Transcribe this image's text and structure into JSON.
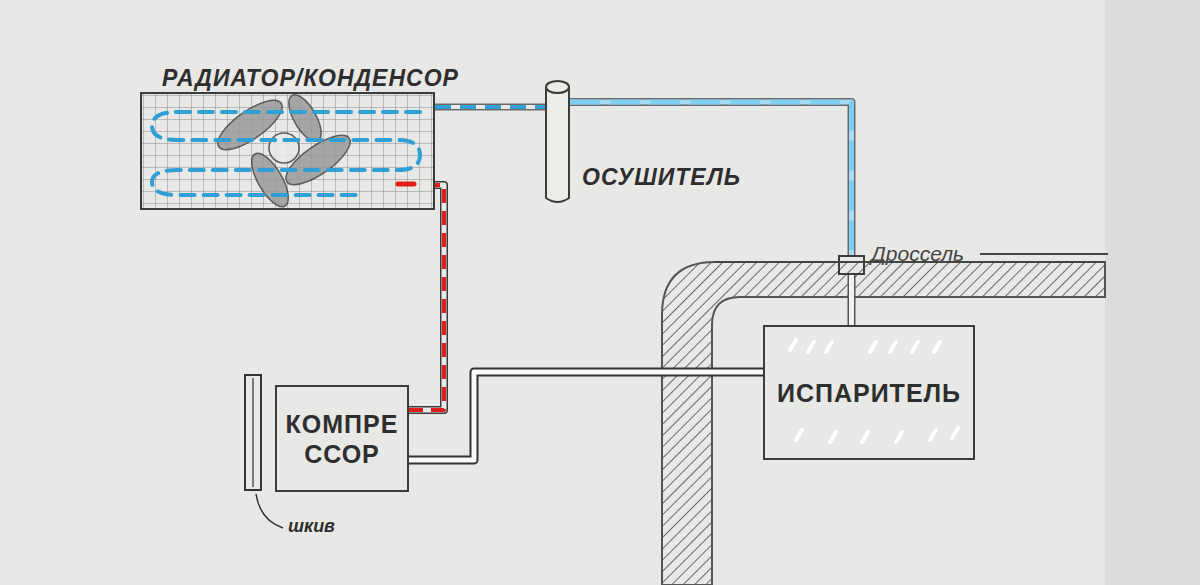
{
  "diagram": {
    "nodes": [
      {
        "text": [
          "РАДИАТОР/КОНДЕНСОР"
        ]
      },
      {
        "text": [
          "ОСУШИТЕЛЬ"
        ]
      },
      {
        "text": [
          "Дроссель"
        ]
      },
      {
        "text": [
          "КОМПРЕ ССОР"
        ]
      },
      {
        "text": [
          "ИСПАРИТЕЛЬ"
        ]
      }
    ],
    "edges": [
      {
        "from": 3,
        "to": 0,
        "arrow": "none"
      },
      {
        "from": 0,
        "to": 1,
        "arrow": "none"
      },
      {
        "from": 1,
        "to": 2,
        "arrow": "none"
      },
      {
        "from": 2,
        "to": 4,
        "arrow": "none"
      },
      {
        "from": 4,
        "to": 3,
        "arrow": "none"
      }
    ],
    "labels": [
      "шкив"
    ]
  }
}
